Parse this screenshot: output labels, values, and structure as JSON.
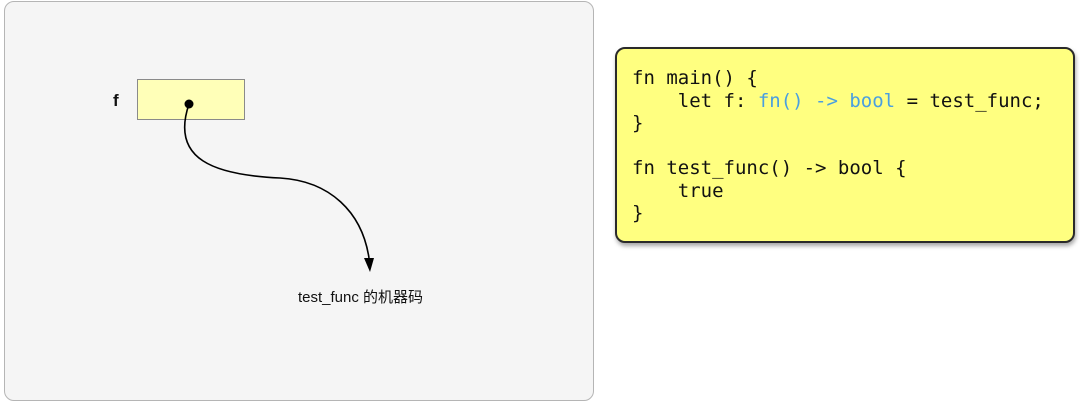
{
  "diagram": {
    "variable_name": "f",
    "target_label": "test_func 的机器码"
  },
  "code": {
    "line1": "fn main() {",
    "line2_indent": "    ",
    "line2_pre": "let f: ",
    "line2_type": "fn() -> bool",
    "line2_post": " = test_func;",
    "line3": "}",
    "line5": "fn test_func() -> bool {",
    "line6_indent": "    ",
    "line6": "true",
    "line7": "}"
  },
  "colors": {
    "panel_background": "#f5f5f5",
    "variable_box_fill": "#ffffb8",
    "code_background": "#ffff80",
    "type_highlight": "#4a9fe0"
  }
}
